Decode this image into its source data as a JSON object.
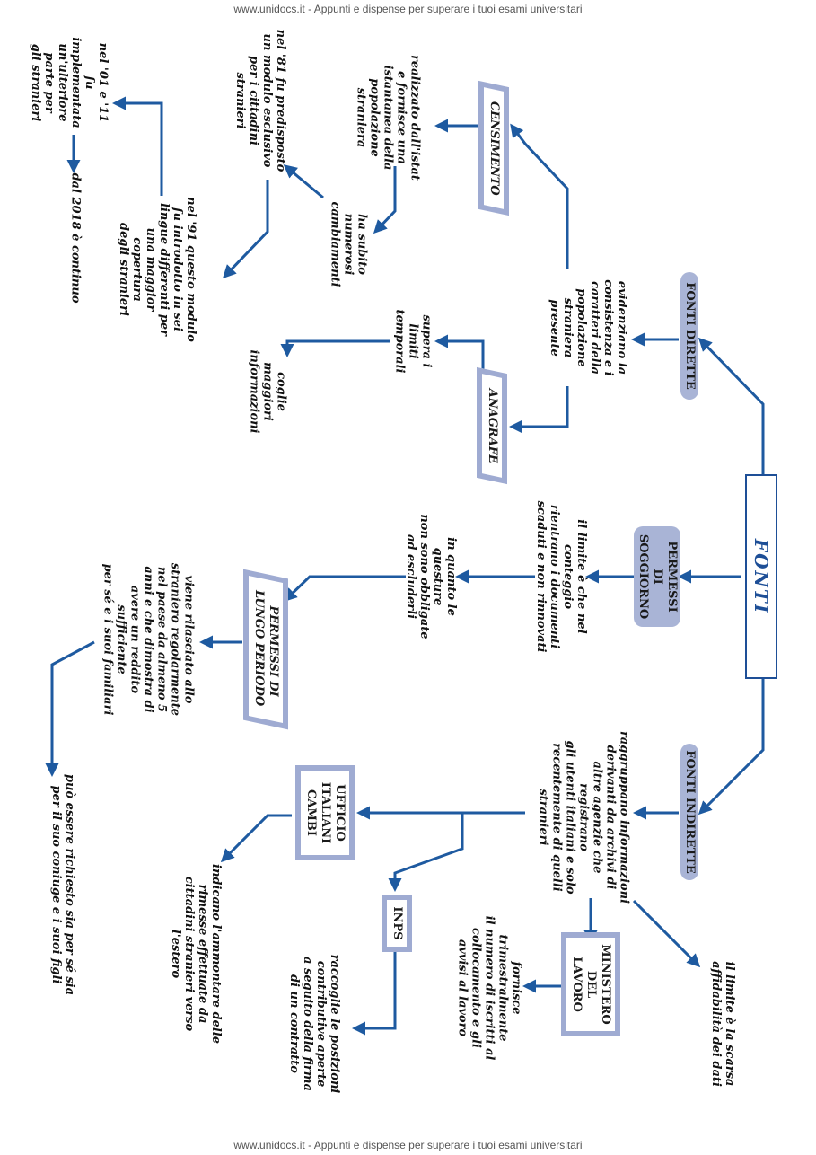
{
  "header": {
    "watermark_top": "www.unidocs.it - Appunti e dispense per superare i tuoi esami universitari",
    "watermark_bottom": "www.unidocs.it - Appunti e dispense per superare i tuoi esami universitari"
  },
  "colors": {
    "arrow": "#1e5aa0",
    "node_fill": "#a9b4d6",
    "node_border": "#9fabd2",
    "main_border": "#1e4f97"
  },
  "nodes": {
    "fonti": "FONTI",
    "fonti_dirette": "FONTI DIRETTE",
    "fonti_indirette": "FONTI INDIRETTE",
    "permessi_soggiorno": "PERMESSI DI\nSOGGIORNO",
    "censimento": "CENSIMENTO",
    "anagrafe": "ANAGRAFE",
    "permessi_lungo": "PERMESSI DI\nLUNGO PERIODO",
    "ufficio_cambi": "UFFICIO\nITALIANI\nCAMBI",
    "inps": "INPS",
    "ministero": "MINISTERO\nDEL\nLAVORO"
  },
  "texts": {
    "dirette_desc": "evidenziano la\nconsistenza e i\ncaratteri della\npopolazione\nstraniera\npresente",
    "censimento_desc": "realizzato dall'istat\ne fornisce una\nistantanea della\npopolazione\nstraniera",
    "censimento_changes": "ha subito\nnumerosi\ncambiamenti",
    "censimento_81": "nel '81 fu predisposto\nun modulo esclusivo\nper i cittadini stranieri",
    "censimento_91": "nel '91 questo modulo\nfu introdotto in sei\nlingue differenti per\nuna maggior copertura\ndegli stranieri",
    "censimento_01": "nel '01 e '11 fu\nimplementata\nun'ulteriore\nparte per\ngli stranieri",
    "censimento_2018": "dal 2018 è continuo",
    "anagrafe_desc": "supera i\nlimiti\ntemporali",
    "anagrafe_more": "coglie\nmaggiori\ninformazioni",
    "soggiorno_limit": "il limite è che nel conteggio\nrientrano i documenti\nscaduti e non rinnovati",
    "soggiorno_questure": "in quanto le questure\nnon sono obbligate\nad escluderli",
    "lungo_desc": "viene rilasciato allo\nstraniero regolarmente\nnel paese da almeno 5\nanni e che dimostra di\navere un reddito sufficiente\nper sé e i suoi familiari",
    "lungo_richiesto": "può essere richiesto sia per sé sia\nper il suo coniuge e i suoi figli",
    "indirette_desc": "raggruppano informazioni\nderivanti da archivi di\naltre agenzie che registrano\ngli utenti italiani e solo\nrecentemente di quelli\nstranieri",
    "indirette_limit": "il limite è la scarsa\naffidabilità dei dati",
    "ministero_desc": "fornisce trimestralmente\nil numero di iscritti al\ncollocamento e gli\navvisi al lavoro",
    "inps_desc": "raccoglie le posizioni\ncontributive aperte\na seguito della firma\ndi un contratto",
    "cambi_desc": "indicano l'ammontare delle\nrimesse effettuate da\ncittadini stranieri verso l'estero"
  }
}
